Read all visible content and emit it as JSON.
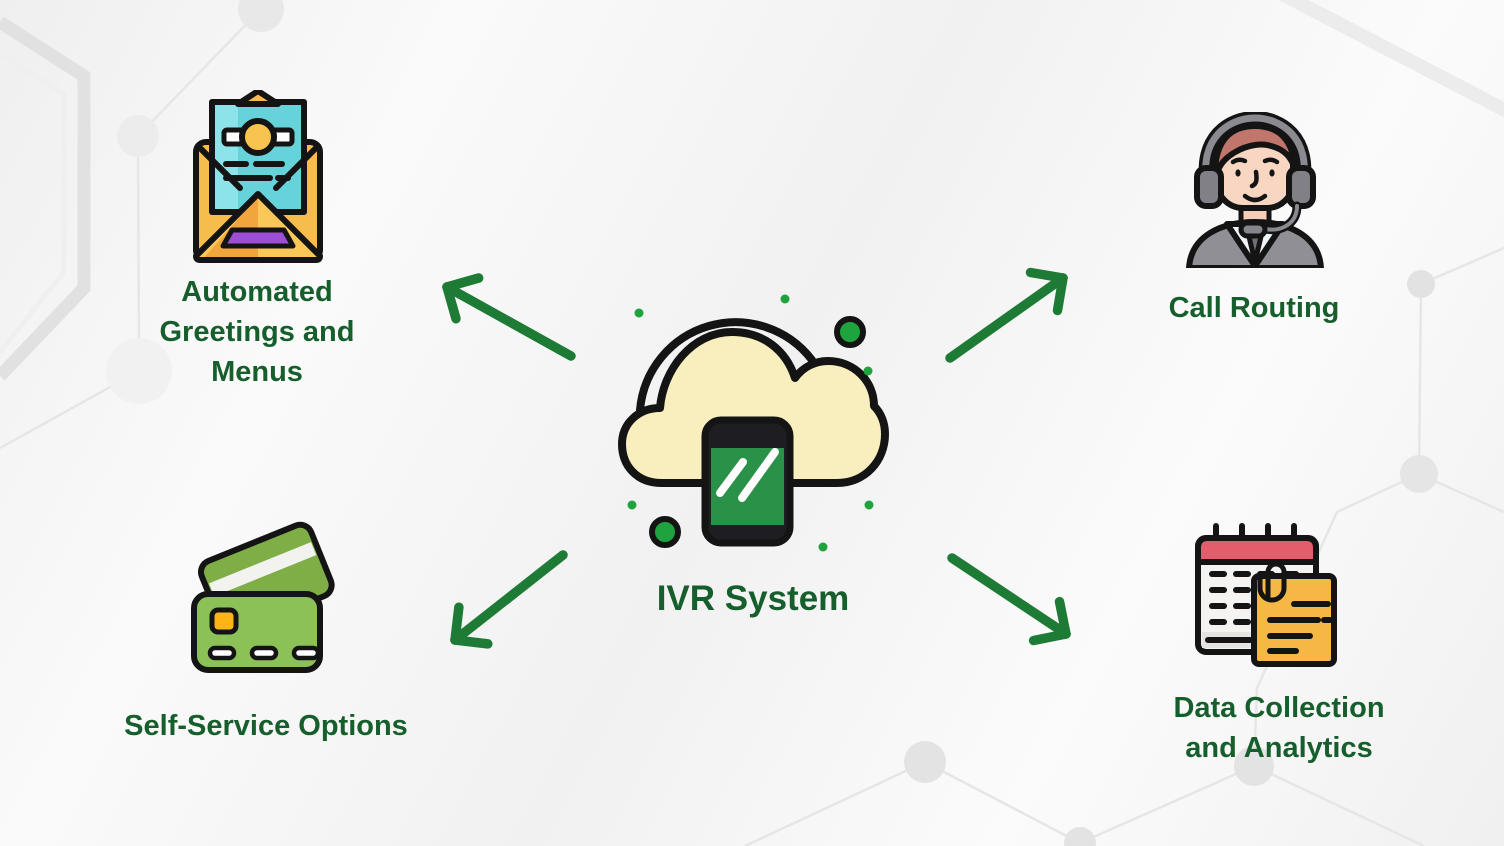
{
  "diagram": {
    "center": {
      "label": "IVR System",
      "icon": "cloud-phone-icon"
    },
    "nodes": [
      {
        "id": "automated-greetings",
        "icon": "envelope-letter-icon",
        "lines": [
          "Automated",
          "Greetings and",
          "Menus"
        ]
      },
      {
        "id": "call-routing",
        "icon": "support-agent-icon",
        "lines": [
          "Call Routing"
        ]
      },
      {
        "id": "self-service",
        "icon": "credit-cards-icon",
        "lines": [
          "Self-Service Options"
        ]
      },
      {
        "id": "data-collection",
        "icon": "calendar-notes-icon",
        "lines": [
          "Data Collection",
          "and Analytics"
        ]
      }
    ],
    "colors": {
      "label_text": "#175e2d",
      "arrow_green": "#1e7b35",
      "cloud_fill": "#f9efbe",
      "phone_screen_green": "#2a9148",
      "dot_green": "#1fa33e",
      "envelope_yellow": "#f6bd4c",
      "letter_cyan": "#66d2da",
      "ribbon_purple": "#9c4fd4",
      "coin_yellow": "#f9c44e",
      "card_green_front": "#8cc157",
      "card_green_back": "#7fae47",
      "chip_yellow": "#fcb515",
      "calendar_red": "#e25e6c",
      "note_orange": "#f5b845",
      "hair_brown": "#c1766b",
      "skin_tone": "#f9d6c2",
      "suit_gray": "#8f8f95",
      "outline_black": "#141414",
      "background_line_gray": "#e6e6e6"
    }
  }
}
